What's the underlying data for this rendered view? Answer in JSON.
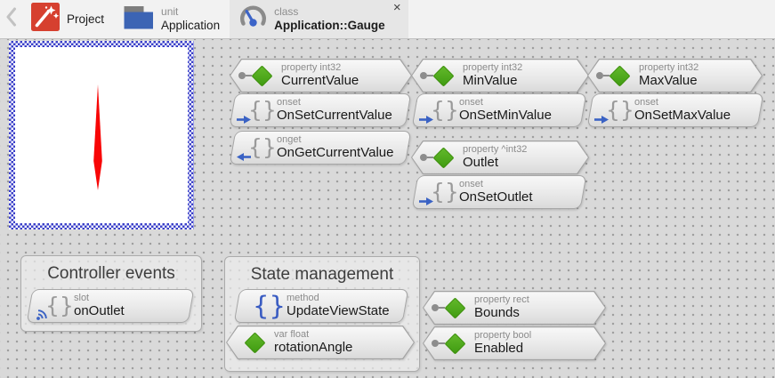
{
  "tabs": {
    "back": {
      "icon": "chevron-left-icon"
    },
    "project": {
      "label": "Project",
      "icon": "magic-wand-icon"
    },
    "application": {
      "kind": "unit",
      "label": "Application",
      "icon": "folder-icon"
    },
    "gauge": {
      "kind": "class",
      "label": "Application::Gauge",
      "icon": "gauge-icon",
      "close": "×",
      "active": true
    }
  },
  "groups": {
    "controller_events": "Controller events",
    "state_management": "State management"
  },
  "nodes": {
    "currentValue": {
      "kind": "property int32",
      "name": "CurrentValue"
    },
    "onSetCurrentValue": {
      "kind": "onset",
      "name": "OnSetCurrentValue"
    },
    "onGetCurrentValue": {
      "kind": "onget",
      "name": "OnGetCurrentValue"
    },
    "minValue": {
      "kind": "property int32",
      "name": "MinValue"
    },
    "onSetMinValue": {
      "kind": "onset",
      "name": "OnSetMinValue"
    },
    "outlet": {
      "kind": "property ^int32",
      "name": "Outlet"
    },
    "onSetOutlet": {
      "kind": "onset",
      "name": "OnSetOutlet"
    },
    "maxValue": {
      "kind": "property int32",
      "name": "MaxValue"
    },
    "onSetMaxValue": {
      "kind": "onset",
      "name": "OnSetMaxValue"
    },
    "onOutlet": {
      "kind": "slot",
      "name": "onOutlet"
    },
    "updateViewState": {
      "kind": "method",
      "name": "UpdateViewState"
    },
    "rotationAngle": {
      "kind": "var float",
      "name": "rotationAngle"
    },
    "bounds": {
      "kind": "property rect",
      "name": "Bounds"
    },
    "enabled": {
      "kind": "property bool",
      "name": "Enabled"
    }
  },
  "icons": {
    "property": "green-diamond-icon",
    "event": "curly-braces-icon",
    "onset": "arrow-right-icon",
    "onget": "arrow-left-icon",
    "slot": "wifi-signal-icon",
    "connector": "port-dot-icon"
  },
  "colors": {
    "accent_green": "#4aa41a",
    "accent_blue": "#3a62c4",
    "needle_red": "#f80606",
    "selection_checker_blue": "#3a3fc9",
    "canvas_bg": "#d9d9d9",
    "node_fill_top": "#f8f8f8",
    "node_fill_bottom": "#dadada",
    "tab_red": "#d6402f",
    "folder_blue": "#3c64b4"
  }
}
